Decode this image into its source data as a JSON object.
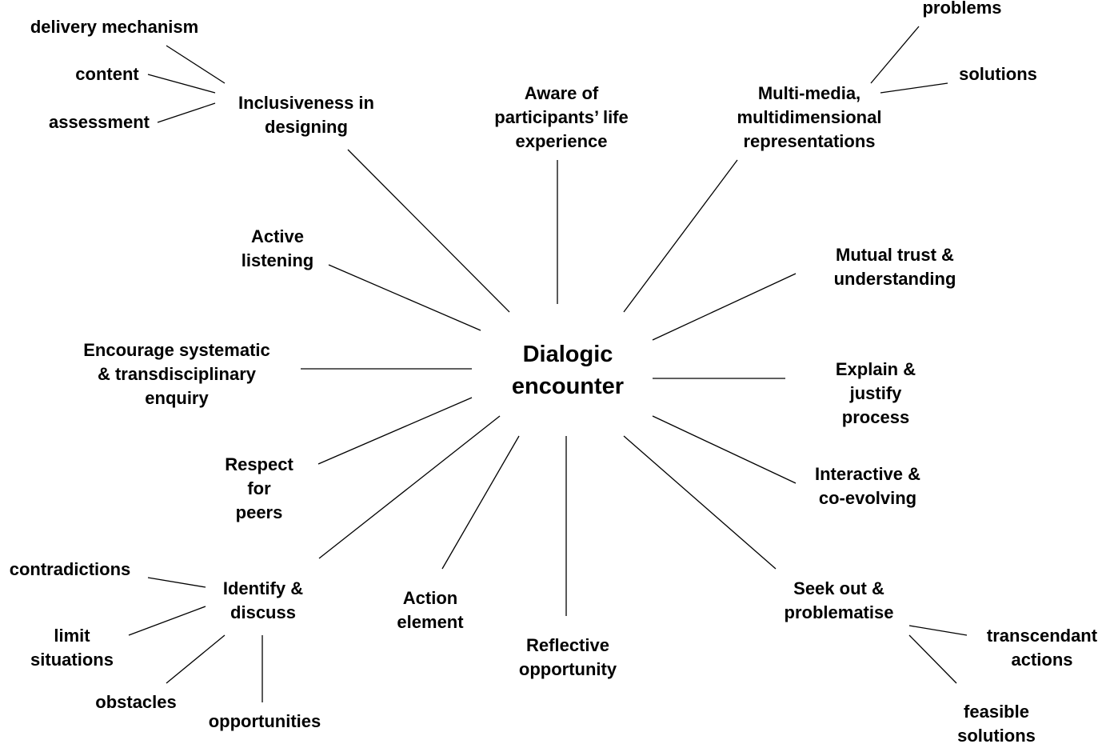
{
  "center": {
    "line1": "Dialogic",
    "line2": "encounter"
  },
  "nodes": {
    "inclusiveness": {
      "line1": "Inclusiveness in",
      "line2": "designing"
    },
    "aware": {
      "line1": "Aware of",
      "line2": "participants’ life",
      "line3": "experience"
    },
    "multimedia": {
      "line1": "Multi-media,",
      "line2": "multidimensional",
      "line3": "representations"
    },
    "active_listening": {
      "line1": "Active",
      "line2": "listening"
    },
    "mutual_trust": {
      "line1": "Mutual trust &",
      "line2": "understanding"
    },
    "encourage": {
      "line1": "Encourage systematic",
      "line2": "& transdisciplinary",
      "line3": "enquiry"
    },
    "explain": {
      "line1": "Explain &",
      "line2": "justify",
      "line3": "process"
    },
    "respect": {
      "line1": "Respect",
      "line2": "for",
      "line3": "peers"
    },
    "interactive": {
      "line1": "Interactive &",
      "line2": "co-evolving"
    },
    "identify": {
      "line1": "Identify &",
      "line2": "discuss"
    },
    "action": {
      "line1": "Action",
      "line2": "element"
    },
    "reflective": {
      "line1": "Reflective",
      "line2": "opportunity"
    },
    "seek": {
      "line1": "Seek out &",
      "line2": "problematise"
    }
  },
  "leaves": {
    "delivery": "delivery mechanism",
    "content": "content",
    "assessment": "assessment",
    "problems": "problems",
    "solutions": "solutions",
    "contradictions": "contradictions",
    "limit": {
      "line1": "limit",
      "line2": "situations"
    },
    "obstacles": "obstacles",
    "opportunities": "opportunities",
    "transcendant": {
      "line1": "transcendant",
      "line2": "actions"
    },
    "feasible": {
      "line1": "feasible",
      "line2": "solutions"
    }
  }
}
